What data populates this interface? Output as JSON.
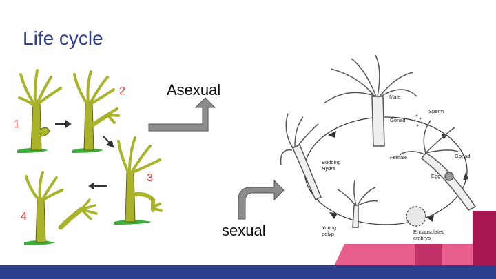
{
  "slide": {
    "title": "Life cycle"
  },
  "labels": {
    "asexual": "Asexual",
    "sexual": "sexual"
  },
  "asexual_steps": [
    "1",
    "2",
    "3",
    "4"
  ],
  "diagram_labels": {
    "male": "Male",
    "sperm": "Sperm",
    "gonad_top": "Gonad",
    "gonad_right": "Gonad",
    "female": "Female",
    "egg": "Egg",
    "budding_1": "Budding",
    "budding_2": "Hydra",
    "young_1": "Young",
    "young_2": "polyp",
    "encapsulated_1": "Encapsulated",
    "encapsulated_2": "embryo"
  },
  "colors": {
    "title": "#2e3e8f",
    "hydra_green": "#a8b32a",
    "grass": "#3cae3c",
    "footer_blue": "#2c3f8f",
    "pink": "#e85e8c",
    "dark_pink": "#a8174f",
    "arrow_gray": "#8c8c8c"
  }
}
